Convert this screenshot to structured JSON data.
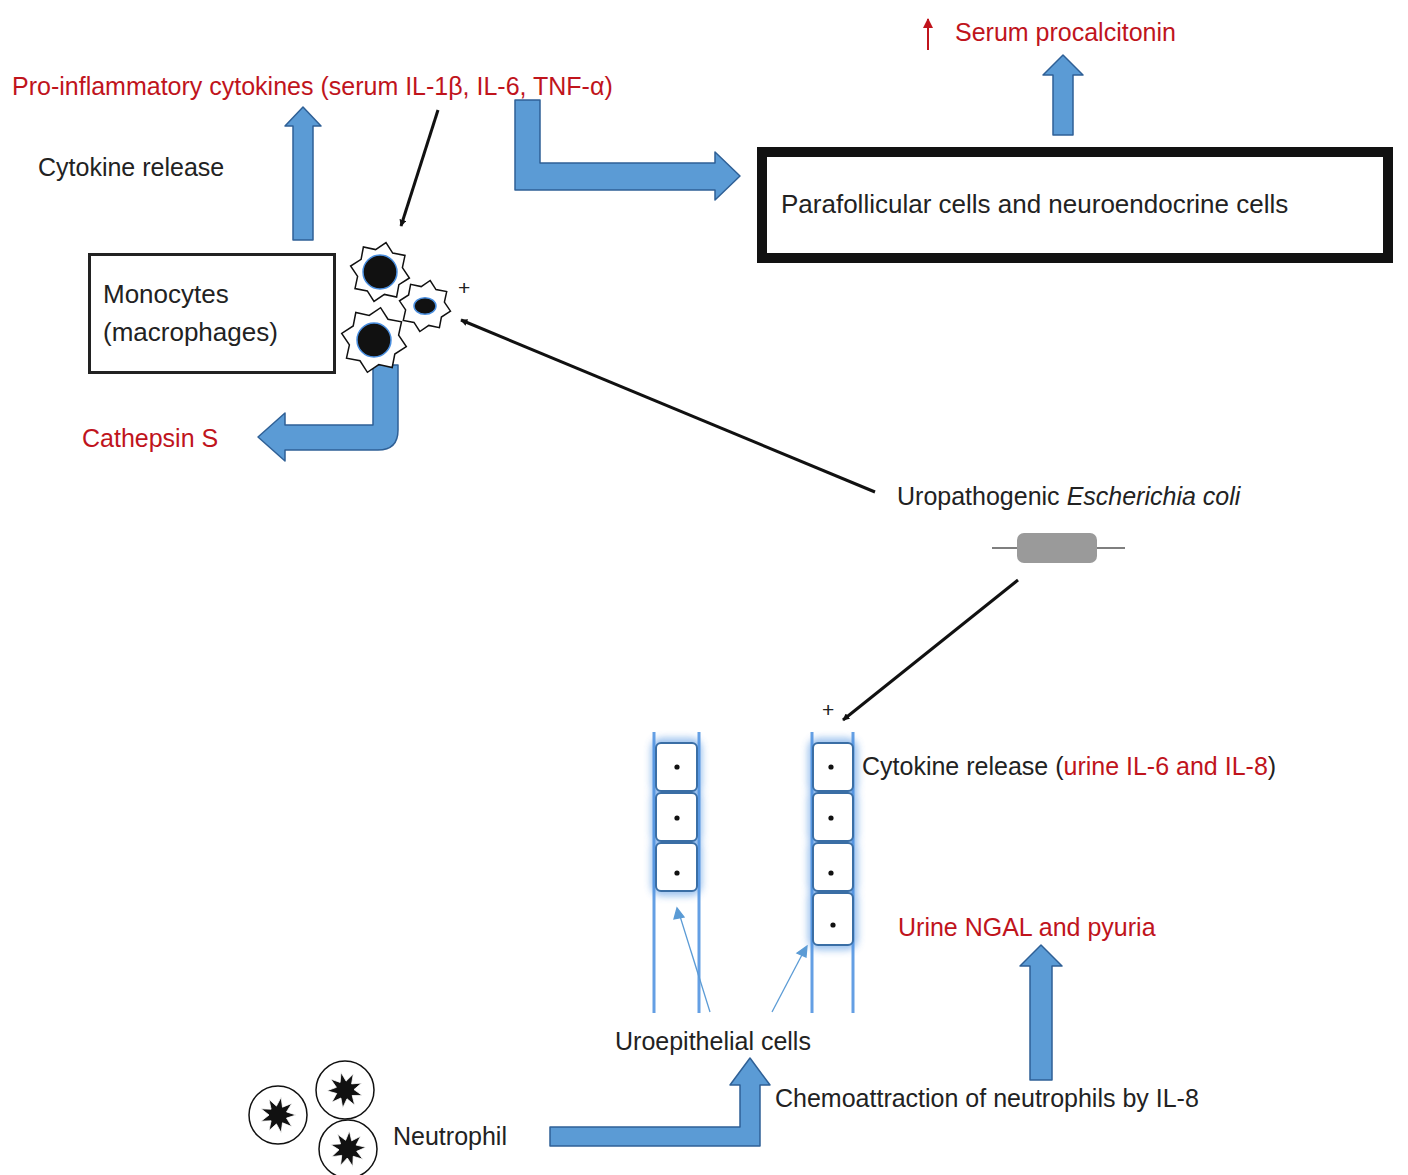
{
  "diagram": {
    "nodes": [
      {
        "text": [
          "Monocytes (macrophages)"
        ]
      },
      {
        "text": [
          "Parafollicular cells and neuroendocrine cells"
        ]
      }
    ],
    "labels": [
      "Serum procalcitonin",
      "Pro-inflammatory cytokines (serum IL-1β, IL-6, TNF-α)",
      "Cytokine release",
      "+",
      "Cathepsin S",
      "Uropathogenic",
      "Escherichia coli",
      "+",
      "Cytokine release (",
      "urine IL-6 and IL-8",
      ")",
      "Urine NGAL and pyuria",
      "Uroepithelial cells",
      "Chemoattraction of neutrophils by IL-8",
      "Neutrophil"
    ]
  }
}
